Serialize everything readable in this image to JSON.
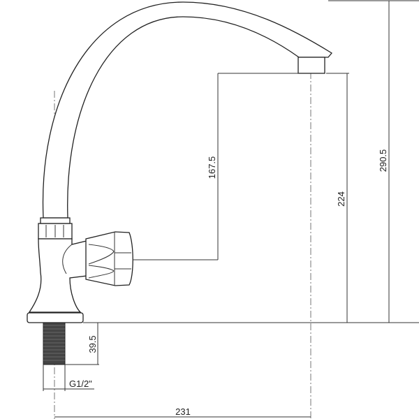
{
  "title": "Faucet dimension drawing",
  "dimensions": {
    "spout_to_knob_axis": "167.5",
    "spout_outlet_height": "224",
    "total_height": "290.5",
    "thread_length": "39.5",
    "thread_size": "G1/2\"",
    "spout_reach": "231"
  },
  "colors": {
    "line": "#222222",
    "background": "#ffffff"
  }
}
